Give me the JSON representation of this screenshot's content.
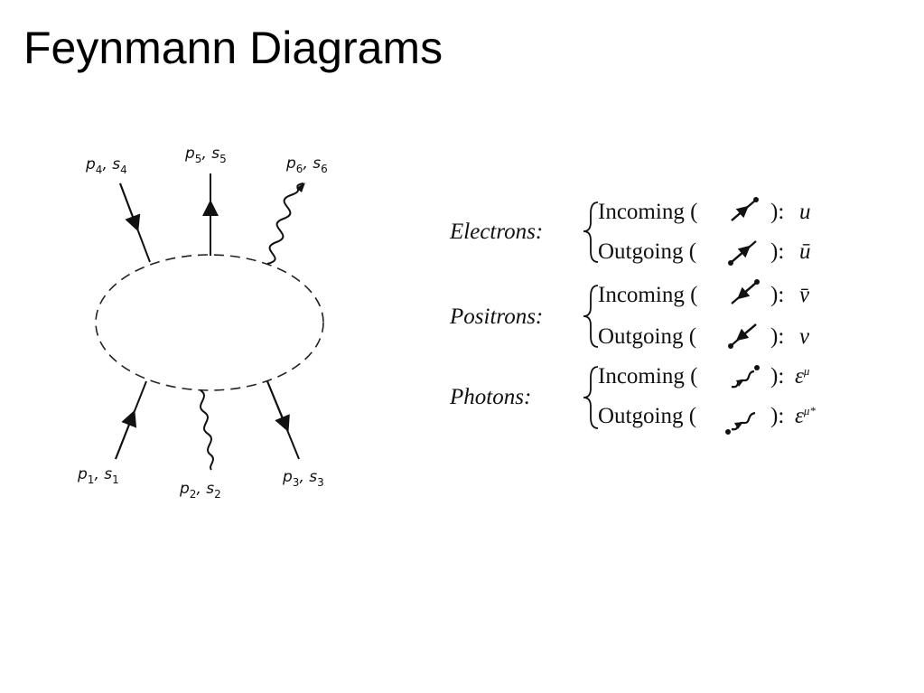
{
  "title": "Feynmann Diagrams",
  "diagram": {
    "lines": [
      {
        "id": "p1",
        "momentum": "p",
        "spin": "s",
        "index": "1",
        "kind": "fermion",
        "arrow": "in"
      },
      {
        "id": "p2",
        "momentum": "p",
        "spin": "s",
        "index": "2",
        "kind": "photon"
      },
      {
        "id": "p3",
        "momentum": "p",
        "spin": "s",
        "index": "3",
        "kind": "fermion",
        "arrow": "out"
      },
      {
        "id": "p4",
        "momentum": "p",
        "spin": "s",
        "index": "4",
        "kind": "fermion",
        "arrow": "in"
      },
      {
        "id": "p5",
        "momentum": "p",
        "spin": "s",
        "index": "5",
        "kind": "fermion",
        "arrow": "out"
      },
      {
        "id": "p6",
        "momentum": "p",
        "spin": "s",
        "index": "6",
        "kind": "photon"
      }
    ]
  },
  "table": {
    "electrons": {
      "label": "Electrons:",
      "incoming": {
        "label": "Incoming (",
        "close": "):",
        "symbol": "u"
      },
      "outgoing": {
        "label": "Outgoing (",
        "close": "):",
        "symbol": "ū"
      }
    },
    "positrons": {
      "label": "Positrons:",
      "incoming": {
        "label": "Incoming (",
        "close": "):",
        "symbol": "v̄"
      },
      "outgoing": {
        "label": "Outgoing (",
        "close": "):",
        "symbol": "v"
      }
    },
    "photons": {
      "label": "Photons:",
      "incoming": {
        "label": "Incoming (",
        "close": "):",
        "symbol": "ε",
        "sup": "μ"
      },
      "outgoing": {
        "label": "Outgoing (",
        "close": "):",
        "symbol": "ε",
        "sup": "μ*"
      }
    }
  }
}
